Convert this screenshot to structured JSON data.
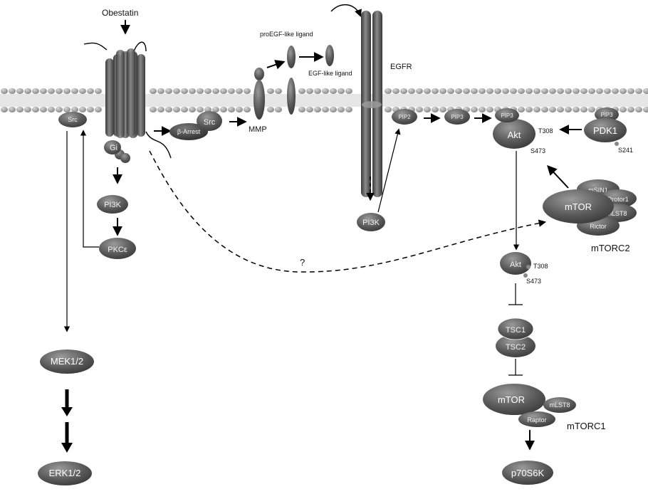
{
  "labels": {
    "obestatin": "Obestatin",
    "proegf": "proEGF-like ligand",
    "egf": "EGF-like ligand",
    "egfr": "EGFR",
    "mmp": "MMP",
    "question": "?",
    "t308_top": "T308",
    "s473_top": "S473",
    "s241": "S241",
    "t308_bottom": "T308",
    "s473_bottom": "S473",
    "mtorc2": "mTORC2",
    "mtorc1": "mTORC1"
  },
  "nodes": {
    "src_left": "Src",
    "src_mid": "Src",
    "barrestin": "β-Arrest",
    "gi": "Gi",
    "pi3k_left": "PI3K",
    "pkc": "PKCε",
    "pip2": "PIP2",
    "pip3_mid": "PIP3",
    "pip3_akt": "PIP3",
    "pip3_pdk": "PIP3",
    "akt_top": "Akt",
    "pdk1": "PDK1",
    "pi3k_mid": "PI3K",
    "mtor2": "mTOR",
    "msin1": "mSIN1",
    "protor1": "Protor1",
    "mlst8_2": "mLST8",
    "rictor": "Rictor",
    "akt_bottom": "Akt",
    "tsc1": "TSC1",
    "tsc2": "TSC2",
    "mtor1": "mTOR",
    "mlst8_1": "mLST8",
    "raptor": "Raptor",
    "p70s6k": "p70S6K",
    "mek": "MEK1/2",
    "erk": "ERK1/2"
  }
}
